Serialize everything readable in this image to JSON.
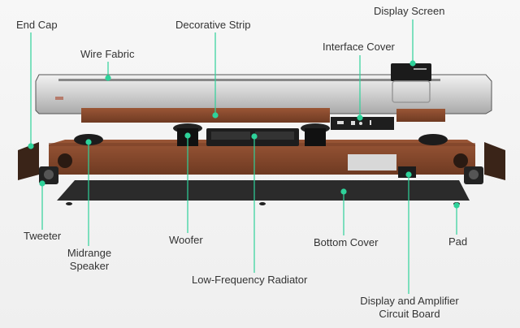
{
  "title": "Soundbar exploded view",
  "labels": {
    "end_cap": "End Cap",
    "decorative_strip": "Decorative Strip",
    "display_screen": "Display Screen",
    "wire_fabric": "Wire Fabric",
    "interface_cover": "Interface Cover",
    "tweeter": "Tweeter",
    "midrange_line1": "Midrange",
    "midrange_line2": "Speaker",
    "woofer": "Woofer",
    "bottom_cover": "Bottom Cover",
    "pad": "Pad",
    "lf_radiator": "Low-Frequency Radiator",
    "circuit_line1": "Display and Amplifier",
    "circuit_line2": "Circuit Board"
  },
  "colors": {
    "leader": "#2fd29a",
    "wood": "#8a4a2c",
    "fabric": "#c9c9c9"
  }
}
